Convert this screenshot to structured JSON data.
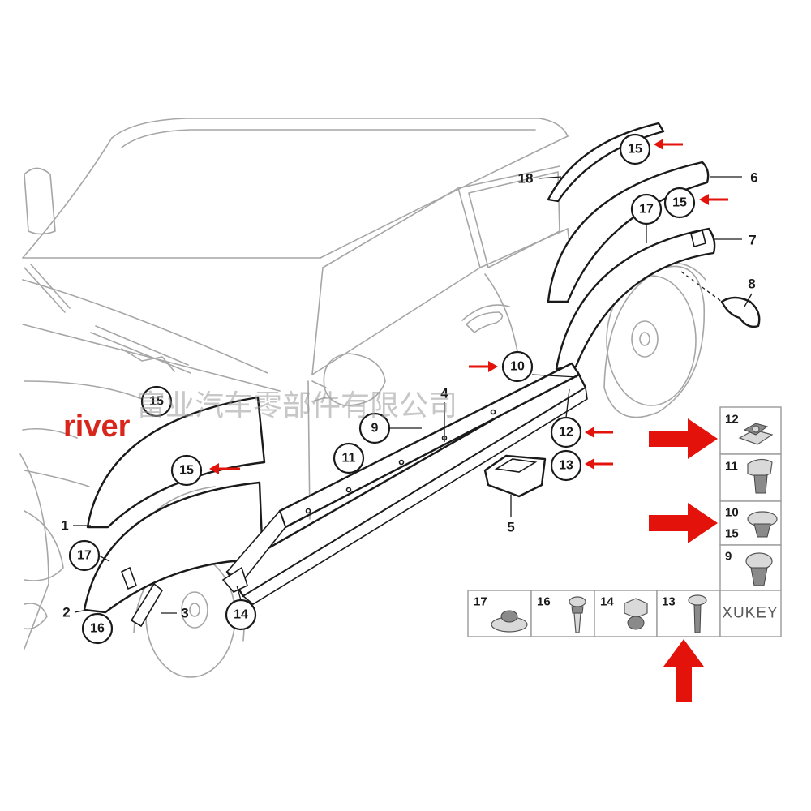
{
  "watermark": {
    "brand": "river",
    "company": "富业汽车零部件有限公司"
  },
  "callouts": [
    "15",
    "18",
    "6",
    "15",
    "17",
    "7",
    "8",
    "10",
    "4",
    "12",
    "13",
    "9",
    "11",
    "5",
    "15",
    "15",
    "1",
    "17",
    "2",
    "3",
    "16",
    "14"
  ],
  "parts_table": {
    "right_column": [
      {
        "labels": [
          "12"
        ],
        "icon": "clip-nut-icon"
      },
      {
        "labels": [
          "11"
        ],
        "icon": "push-rivet-icon"
      },
      {
        "labels": [
          "10",
          "15"
        ],
        "icon": "button-clip-icon"
      },
      {
        "labels": [
          "9"
        ],
        "icon": "expanding-clip-icon"
      }
    ],
    "bottom_row": [
      {
        "labels": [
          "17"
        ],
        "icon": "grommet-icon"
      },
      {
        "labels": [
          "16"
        ],
        "icon": "screw-icon"
      },
      {
        "labels": [
          "14"
        ],
        "icon": "hex-nut-icon"
      },
      {
        "labels": [
          "13"
        ],
        "icon": "bolt-icon"
      }
    ],
    "brand": "XUKEY"
  },
  "colors": {
    "arrow": "#e3120b",
    "outline": "#a6a6a6",
    "parts": "#1a1a1a",
    "watermark_brand": "#d9261c"
  }
}
